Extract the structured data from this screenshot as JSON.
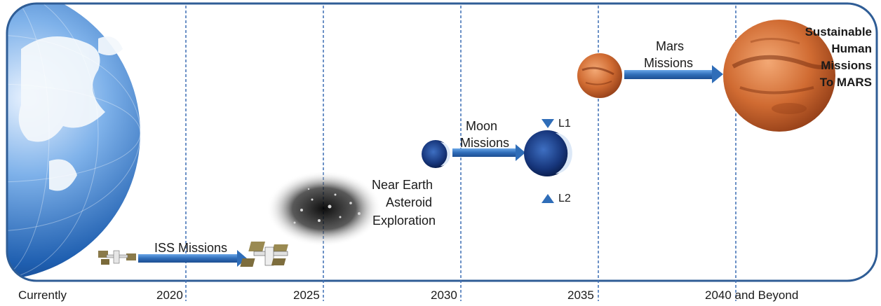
{
  "timeline": {
    "years": [
      "Currently",
      "2020",
      "2025",
      "2030",
      "2035",
      "2040 and Beyond"
    ]
  },
  "missions": {
    "iss": "ISS Missions",
    "asteroid_line1": "Near Earth",
    "asteroid_line2": "Asteroid",
    "asteroid_line3": "Exploration",
    "moon_line1": "Moon",
    "moon_line2": "Missions",
    "l1": "L1",
    "l2": "L2",
    "mars_line1": "Mars",
    "mars_line2": "Missions",
    "sustain_line1": "Sustainable",
    "sustain_line2": "Human",
    "sustain_line3": "Missions",
    "sustain_line4": "To MARS"
  },
  "colors": {
    "frame": "#2f5d96",
    "divider": "#3b6db3",
    "arrow": "#2f6db8",
    "earth_ocean": "#1f5fb0",
    "mars": "#c8642c",
    "moon": "#1b3f8a"
  },
  "icons": [
    "earth-globe",
    "iss-station-small",
    "iss-station-large",
    "asteroid-field",
    "moon-small",
    "moon-large",
    "mars-small",
    "mars-large",
    "triangle-down",
    "triangle-up"
  ]
}
